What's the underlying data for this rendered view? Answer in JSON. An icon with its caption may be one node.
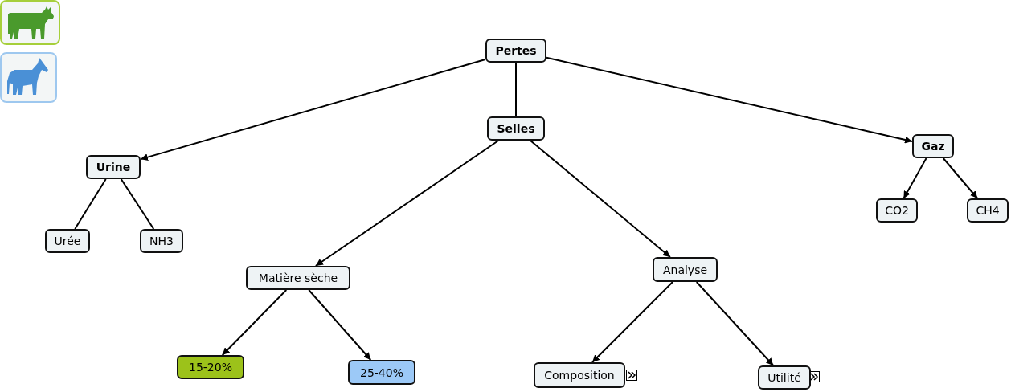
{
  "diagram": {
    "nodes": [
      {
        "text": [
          "Pertes"
        ]
      },
      {
        "text": [
          "Urine"
        ]
      },
      {
        "text": [
          "Selles"
        ]
      },
      {
        "text": [
          "Gaz"
        ]
      },
      {
        "text": [
          "Urée"
        ]
      },
      {
        "text": [
          "NH3"
        ]
      },
      {
        "text": [
          "Matière sèche"
        ]
      },
      {
        "text": [
          "Analyse"
        ]
      },
      {
        "text": [
          "15-20%"
        ]
      },
      {
        "text": [
          "25-40%"
        ]
      },
      {
        "text": [
          "Composition"
        ]
      },
      {
        "text": [
          "Utilité"
        ]
      },
      {
        "text": [
          "CO2"
        ]
      },
      {
        "text": [
          "CH4"
        ]
      }
    ],
    "edges": [
      {
        "from": 0,
        "to": 1,
        "arrow": "to"
      },
      {
        "from": 0,
        "to": 2,
        "arrow": "none"
      },
      {
        "from": 0,
        "to": 3,
        "arrow": "to"
      },
      {
        "from": 1,
        "to": 4,
        "arrow": "none"
      },
      {
        "from": 1,
        "to": 5,
        "arrow": "none"
      },
      {
        "from": 2,
        "to": 6,
        "arrow": "to"
      },
      {
        "from": 2,
        "to": 7,
        "arrow": "to"
      },
      {
        "from": 6,
        "to": 8,
        "arrow": "to"
      },
      {
        "from": 6,
        "to": 9,
        "arrow": "to"
      },
      {
        "from": 7,
        "to": 10,
        "arrow": "to"
      },
      {
        "from": 7,
        "to": 11,
        "arrow": "to"
      },
      {
        "from": 3,
        "to": 12,
        "arrow": "to"
      },
      {
        "from": 3,
        "to": 13,
        "arrow": "to"
      }
    ]
  }
}
